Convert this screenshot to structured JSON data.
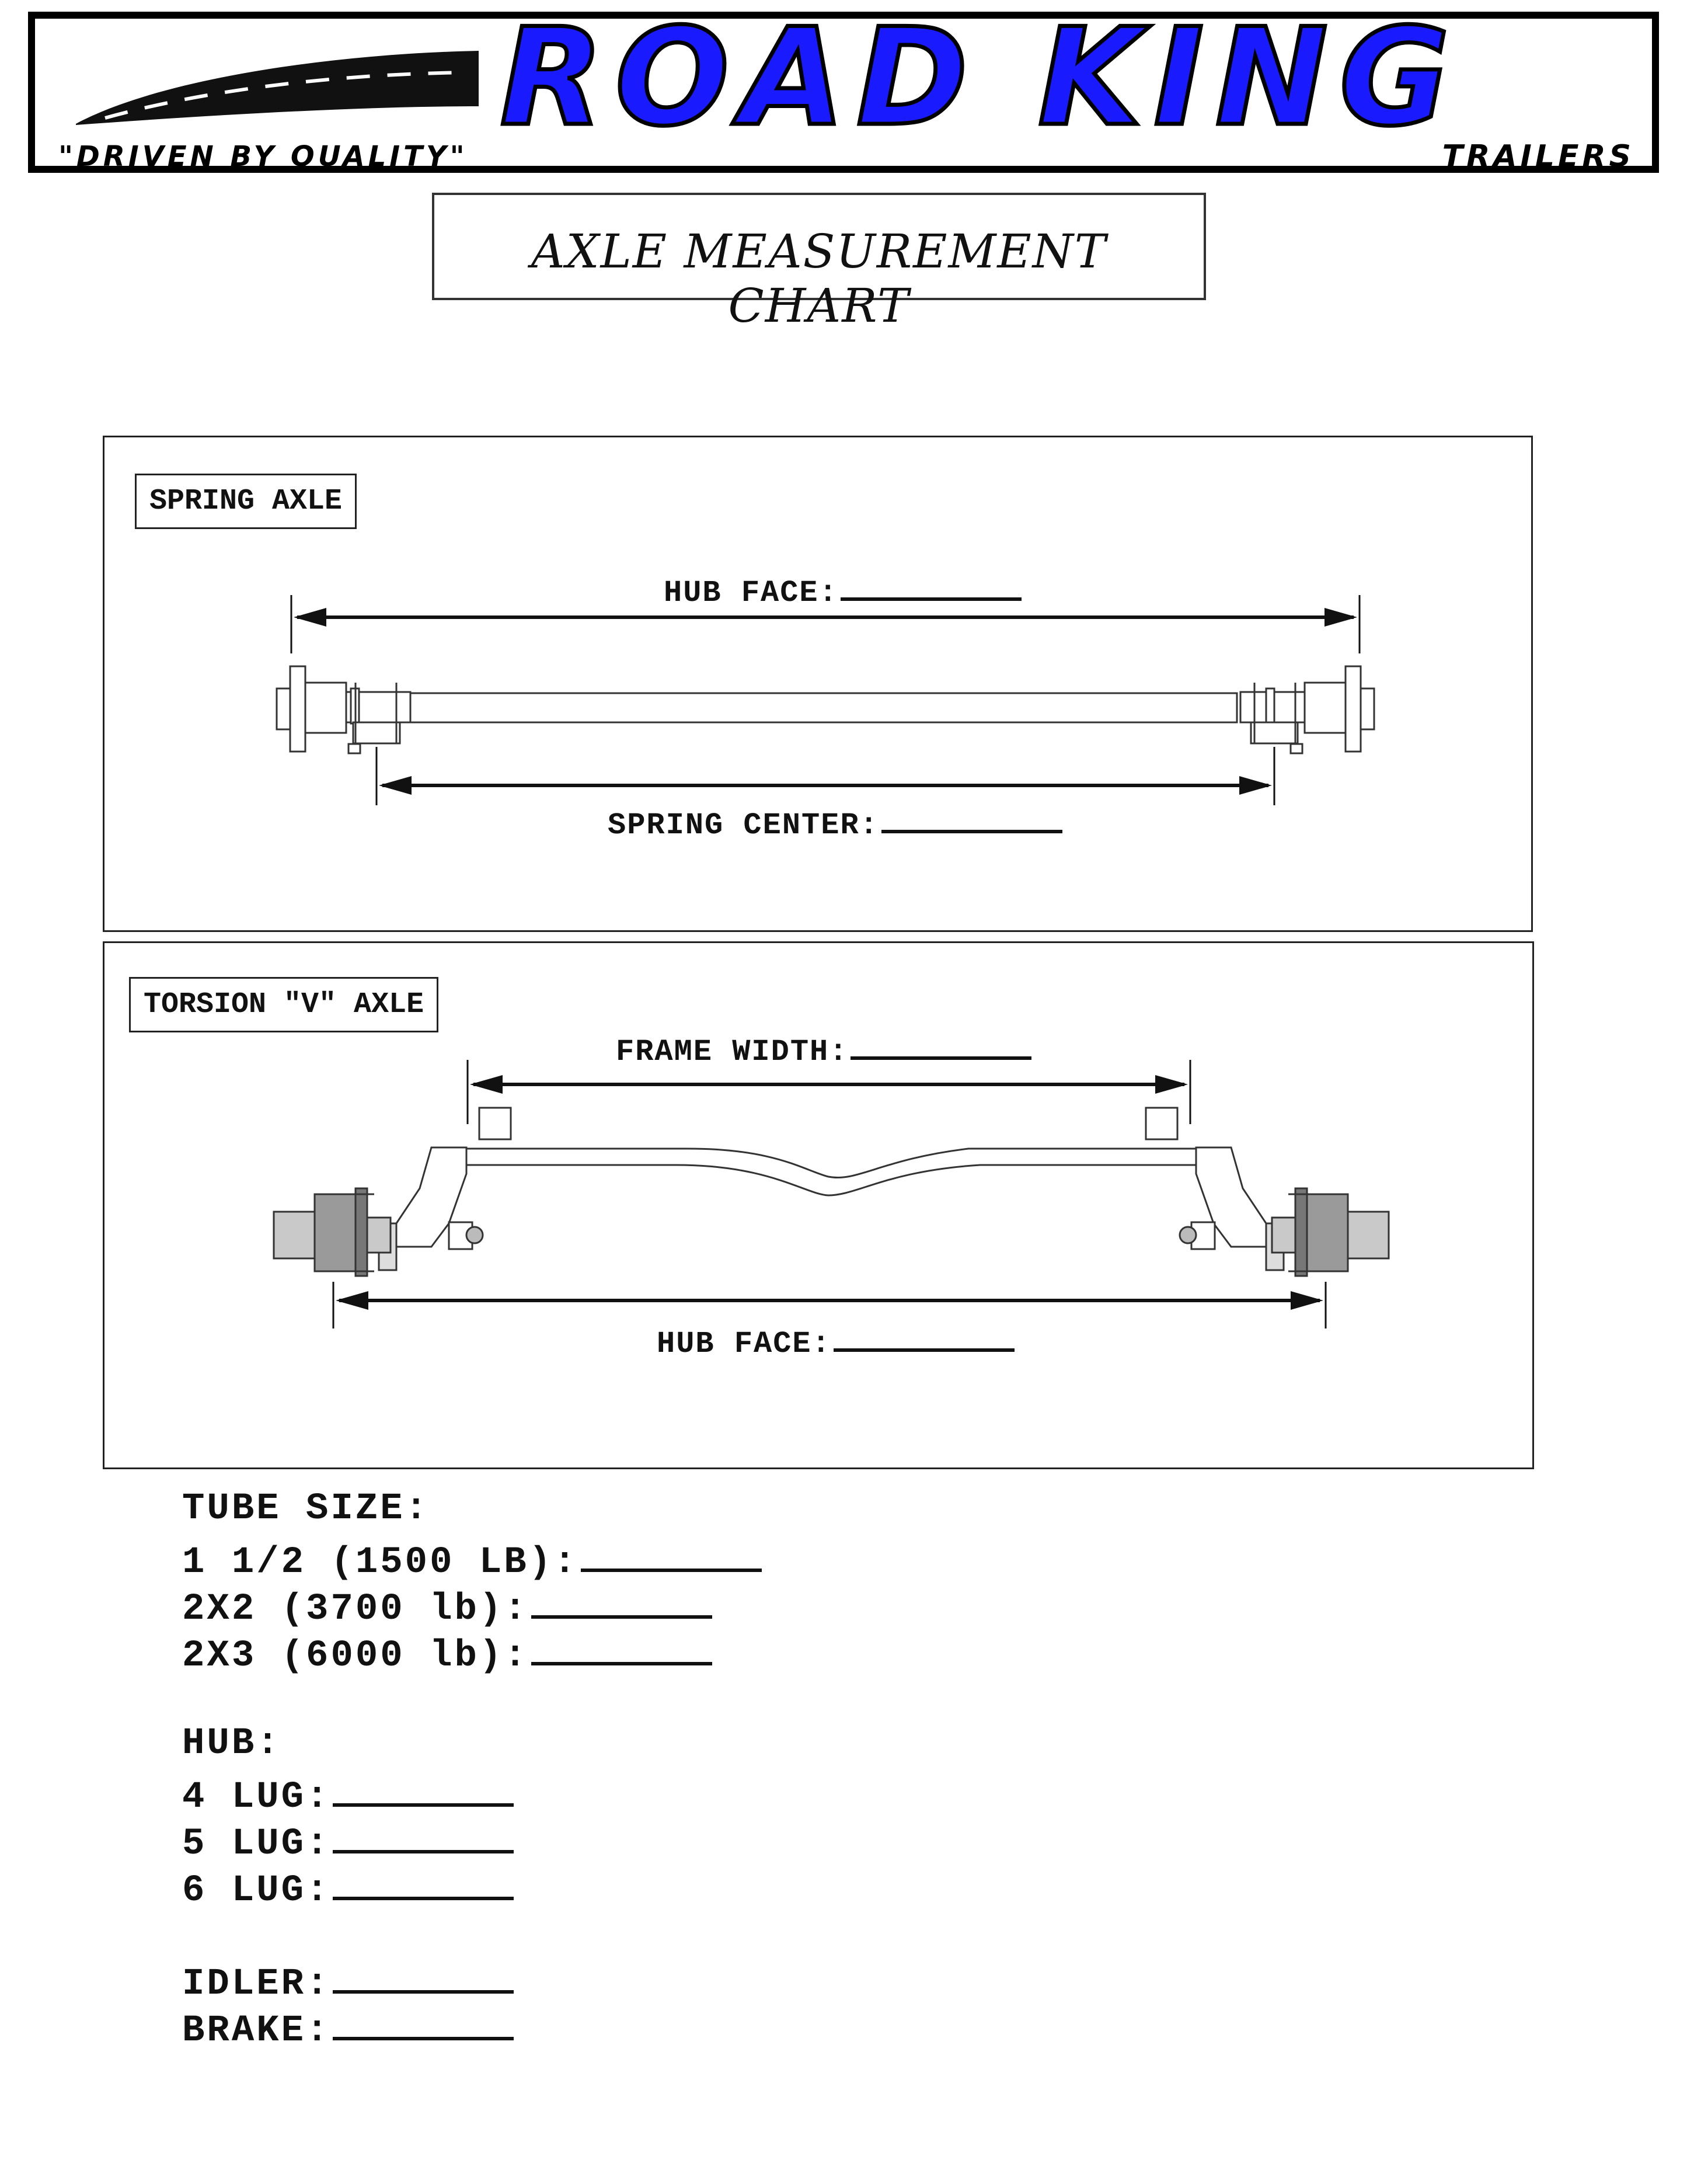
{
  "header": {
    "brand": "ROAD KING",
    "slogan": "\"DRIVEN BY QUALITY\"",
    "sub_brand": "TRAILERS",
    "brand_color": "#1a1aff"
  },
  "title": "AXLE MEASUREMENT CHART",
  "spring_panel": {
    "label": "SPRING AXLE",
    "hub_face_label": "HUB FACE:",
    "spring_center_label": "SPRING CENTER:"
  },
  "torsion_panel": {
    "label": "TORSION \"V\" AXLE",
    "frame_width_label": "FRAME WIDTH:",
    "hub_face_label": "HUB FACE:"
  },
  "tube_size": {
    "heading": "TUBE SIZE:",
    "options": [
      "1 1/2 (1500 LB):",
      "2X2 (3700 lb):",
      "2X3 (6000 lb):"
    ]
  },
  "hub": {
    "heading": "HUB:",
    "options": [
      "4 LUG:",
      "5 LUG:",
      "6 LUG:"
    ]
  },
  "extras": [
    "IDLER:",
    "BRAKE:"
  ]
}
